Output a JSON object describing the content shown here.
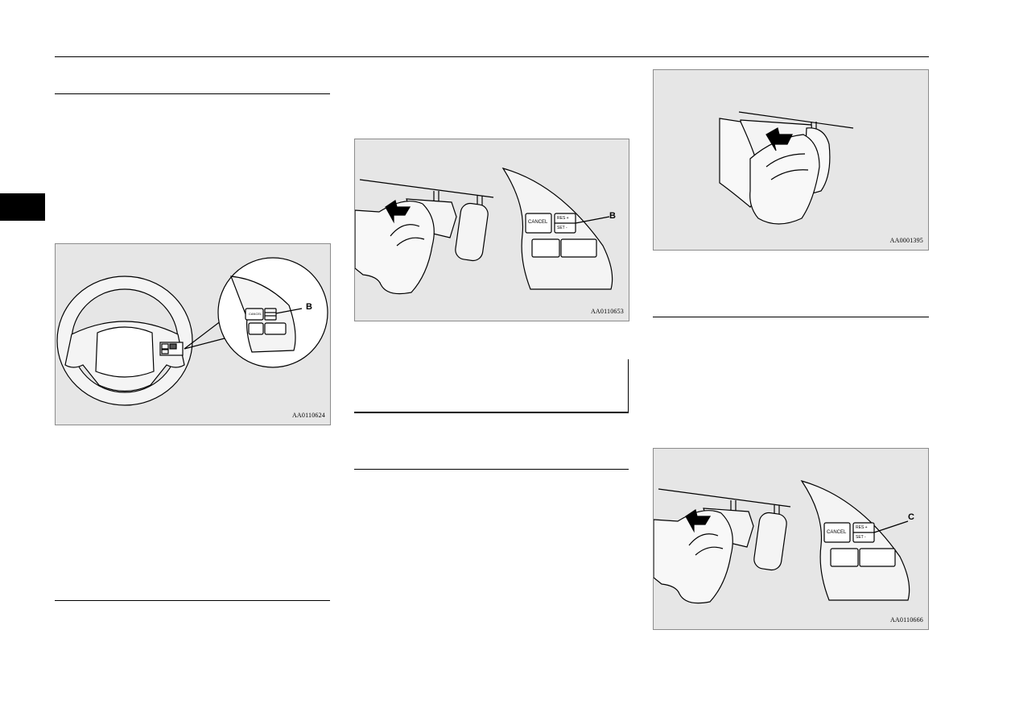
{
  "figures": {
    "steering_wheel": {
      "code": "AA0110624",
      "callout": "B",
      "cancel_label": "CANCEL"
    },
    "pedal_switch_b": {
      "code": "AA0110653",
      "callout": "B",
      "cancel_label": "CANCEL",
      "res_label": "RES +",
      "set_label": "SET -"
    },
    "brake_pedal": {
      "code": "AA0001395"
    },
    "pedal_switch_c": {
      "code": "AA0110666",
      "callout": "C",
      "cancel_label": "CANCEL",
      "res_label": "RES +",
      "set_label": "SET -"
    }
  },
  "colors": {
    "figure_bg": "#e6e6e6",
    "ink": "#000000"
  }
}
